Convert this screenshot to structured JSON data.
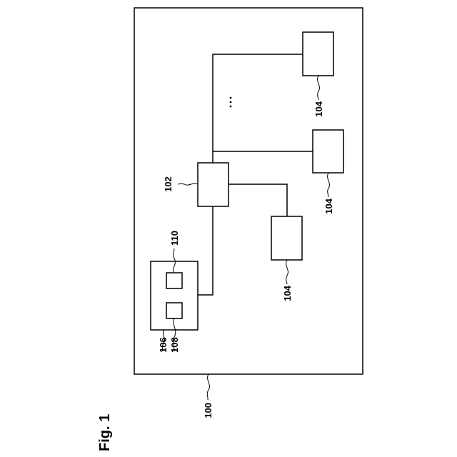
{
  "figure_label": "Fig. 1",
  "labels": {
    "system": "100",
    "hub": "102",
    "node_top": "104",
    "node_middle": "104",
    "node_bottom": "104",
    "controller": "106",
    "component_a": "108",
    "component_b": "110"
  },
  "ellipsis": "..."
}
